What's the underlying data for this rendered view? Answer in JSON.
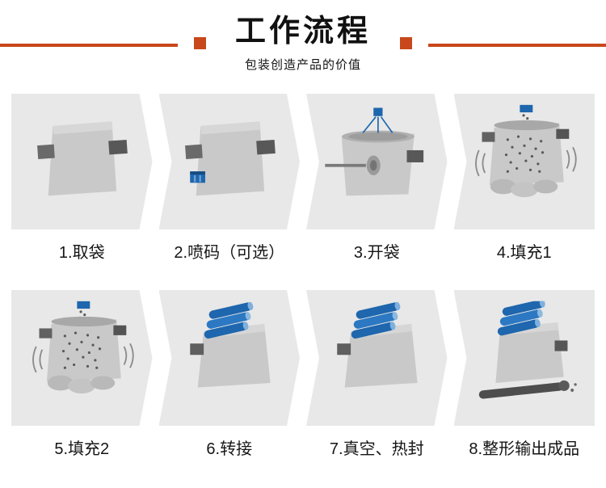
{
  "theme": {
    "accent": "#c8481c",
    "panel-bg": "#e8e8e8",
    "bag-gray": "#c9c9c9",
    "machine-blue": "#1e66ad",
    "text": "#111111"
  },
  "header": {
    "title": "工作流程",
    "subtitle": "包装创造产品的价值"
  },
  "steps": [
    {
      "label": "1.取袋",
      "icon": "bag-pickup-icon"
    },
    {
      "label": "2.喷码（可选）",
      "icon": "bag-inkjet-coding-icon"
    },
    {
      "label": "3.开袋",
      "icon": "bag-opening-icon"
    },
    {
      "label": "4.填充1",
      "icon": "bag-filling-icon"
    },
    {
      "label": "5.填充2",
      "icon": "bag-filling-icon"
    },
    {
      "label": "6.转接",
      "icon": "bag-transfer-icon"
    },
    {
      "label": "7.真空、热封",
      "icon": "bag-vacuum-seal-icon"
    },
    {
      "label": "8.整形输出成品",
      "icon": "bag-output-icon"
    }
  ]
}
